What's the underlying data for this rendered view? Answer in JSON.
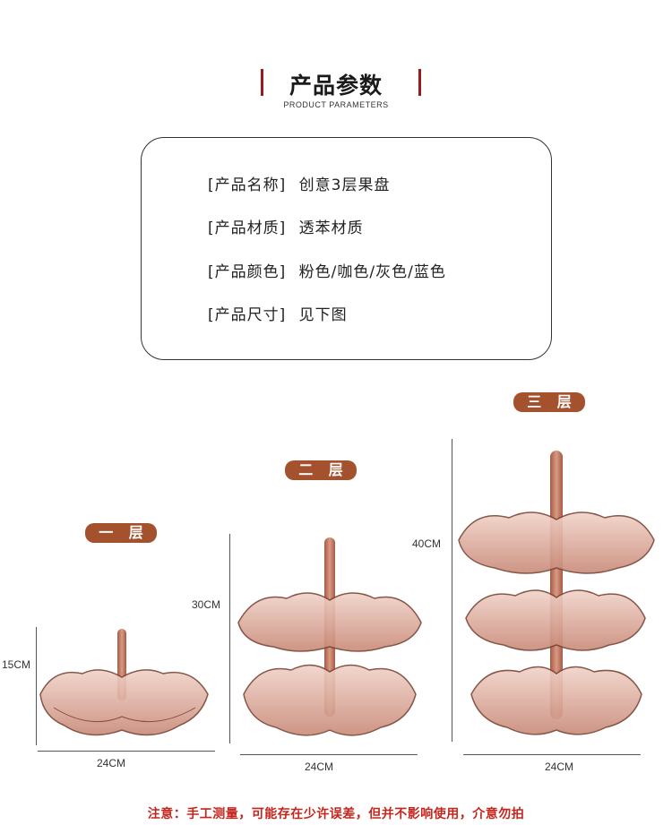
{
  "header": {
    "title": "产品参数",
    "subtitle": "PRODUCT PARAMETERS"
  },
  "params": [
    {
      "label": "[产品名称]",
      "value": "创意3层果盘"
    },
    {
      "label": "[产品材质]",
      "value": "透苯材质"
    },
    {
      "label": "[产品颜色]",
      "value": "粉色/咖色/灰色/蓝色"
    },
    {
      "label": "[产品尺寸]",
      "value": "见下图"
    }
  ],
  "products": [
    {
      "tier_label": "一 层",
      "height_label": "15CM",
      "width_label": "24CM"
    },
    {
      "tier_label": "二 层",
      "height_label": "30CM",
      "width_label": "24CM"
    },
    {
      "tier_label": "三 层",
      "height_label": "40CM",
      "width_label": "24CM"
    }
  ],
  "footer": {
    "note": "注意：手工测量，可能存在少许误差，但并不影响使用，介意勿拍"
  },
  "colors": {
    "accent": "#a4512e",
    "title_bar": "#9e1b1b",
    "note": "#c4261e",
    "product_tint": "#d9a293"
  }
}
